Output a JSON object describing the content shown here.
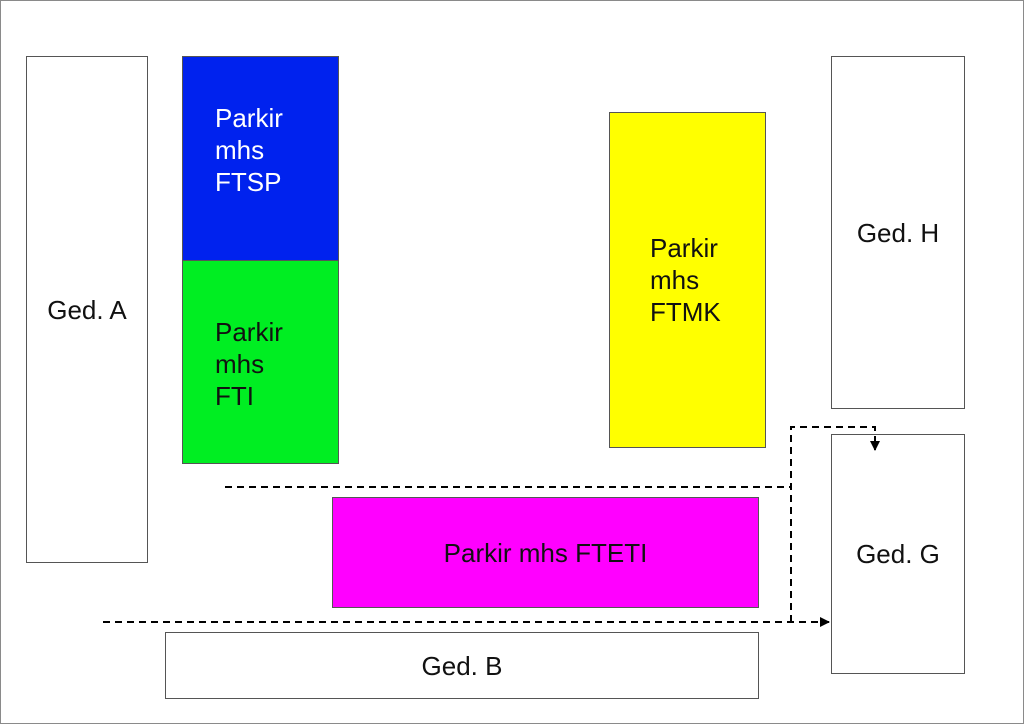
{
  "buildings": {
    "ged_a": "Ged. A",
    "ged_b": "Ged. B",
    "ged_g": "Ged. G",
    "ged_h": "Ged. H"
  },
  "parking": {
    "ftsp": {
      "label": "Parkir\nmhs\nFTSP",
      "color": "#0022ee"
    },
    "fti": {
      "label": "Parkir\nmhs\nFTI",
      "color": "#00ee22"
    },
    "ftmk": {
      "label": "Parkir\nmhs\nFTMK",
      "color": "#ffff00"
    },
    "fteti": {
      "label": "Parkir mhs FTETI",
      "color": "#ff00ff"
    }
  }
}
